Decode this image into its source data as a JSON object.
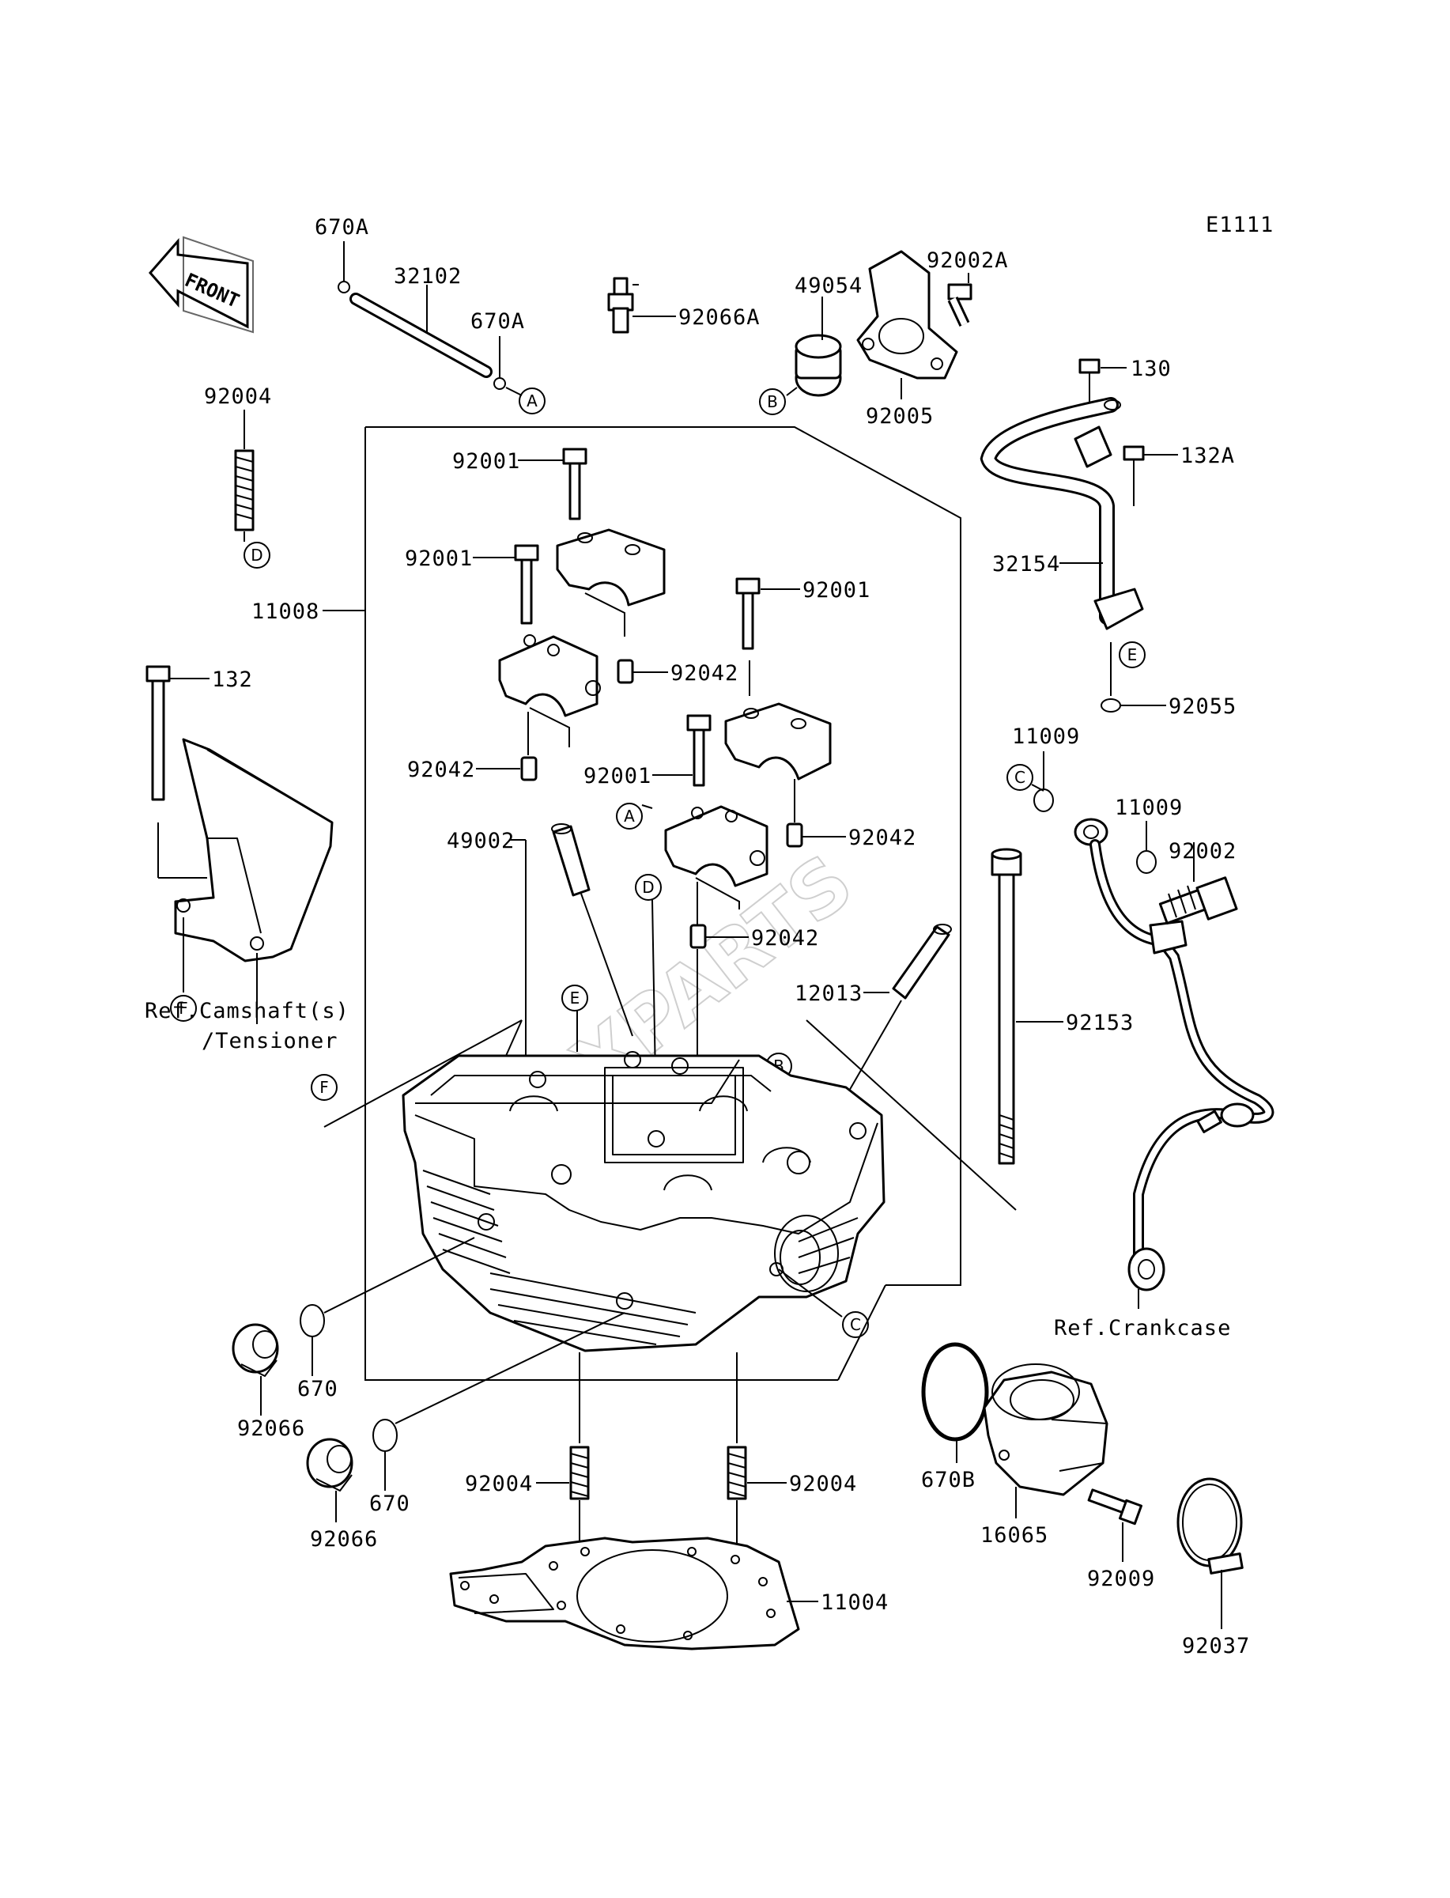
{
  "diagram_code": "E1111",
  "front_label": "FRONT",
  "watermark": "XPARTS",
  "part_numbers": {
    "p670A_1": "670A",
    "p670A_2": "670A",
    "p32102": "32102",
    "p92066A": "92066A",
    "p49054": "49054",
    "p92002A": "92002A",
    "p92005": "92005",
    "p130": "130",
    "p132A": "132A",
    "p92004_top": "92004",
    "p92001_1": "92001",
    "p92001_2": "92001",
    "p92001_3": "92001",
    "p92001_4": "92001",
    "p11008": "11008",
    "p92042_1": "92042",
    "p92042_2": "92042",
    "p92042_3": "92042",
    "p92042_4": "92042",
    "p32154": "32154",
    "p92055": "92055",
    "p132": "132",
    "p11009_1": "11009",
    "p11009_2": "11009",
    "p92002": "92002",
    "p49002": "49002",
    "p12013": "12013",
    "p92153": "92153",
    "p670_1": "670",
    "p670_2": "670",
    "p92066_1": "92066",
    "p92066_2": "92066",
    "p670B": "670B",
    "p16065": "16065",
    "p92009": "92009",
    "p92037": "92037",
    "p92004_l": "92004",
    "p92004_r": "92004",
    "p11004": "11004"
  },
  "refs": {
    "camshaft_1": "Ref.Camshaft(s)",
    "camshaft_2": "/Tensioner",
    "crankcase": "Ref.Crankcase"
  },
  "callouts": {
    "A": "A",
    "B": "B",
    "C": "C",
    "D": "D",
    "E": "E",
    "F": "F"
  }
}
